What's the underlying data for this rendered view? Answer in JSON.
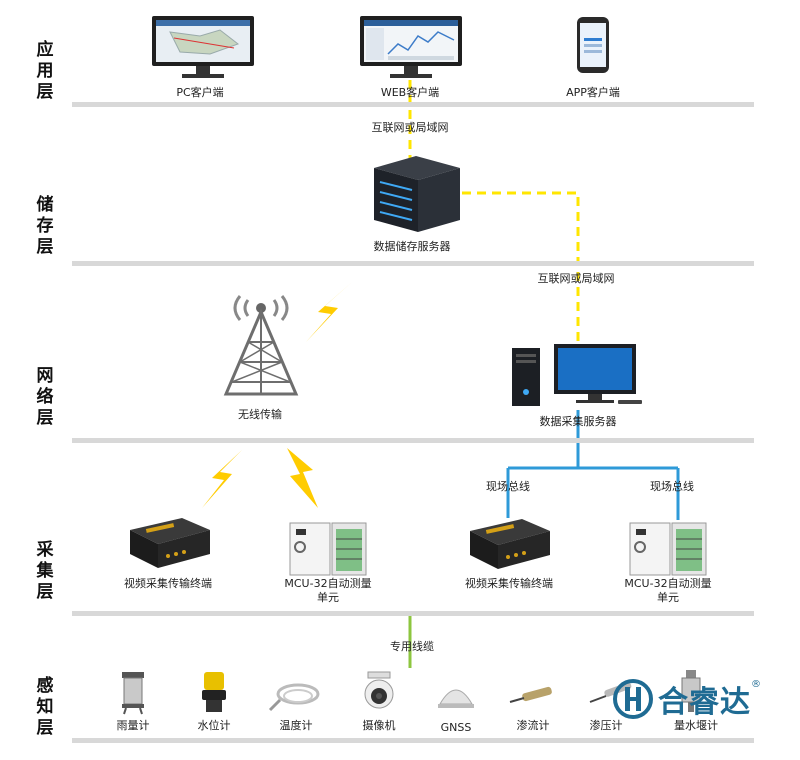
{
  "layers": {
    "application": "应用层",
    "storage": "储存层",
    "network": "网络层",
    "collection": "采集层",
    "sensing": "感知层"
  },
  "application": {
    "pc_client": "PC客户端",
    "web_client": "WEB客户端",
    "app_client": "APP客户端"
  },
  "storage": {
    "network_link_label": "互联网或局域网",
    "server_label": "数据储存服务器"
  },
  "network": {
    "network_link_label": "互联网或局域网",
    "wireless_label": "无线传输",
    "collector_server_label": "数据采集服务器"
  },
  "collection": {
    "fieldbus_left": "现场总线",
    "fieldbus_right": "现场总线",
    "video_terminal_1": "视频采集传输终端",
    "mcu_unit_1": "MCU-32自动测量单元",
    "video_terminal_2": "视频采集传输终端",
    "mcu_unit_2": "MCU-32自动测量单元"
  },
  "sensing": {
    "cable_label": "专用线缆",
    "devices": [
      "雨量计",
      "水位计",
      "温度计",
      "摄像机",
      "GNSS",
      "渗流计",
      "渗压计",
      "量水堰计"
    ]
  },
  "logo": {
    "text": "合睿达",
    "mark": "®"
  },
  "colors": {
    "wired_link": "#ffe600",
    "fieldbus": "#2e9ad8",
    "cable": "#8dc63f",
    "lightning": "#ffcc00",
    "divider": "#d8d8d8"
  }
}
